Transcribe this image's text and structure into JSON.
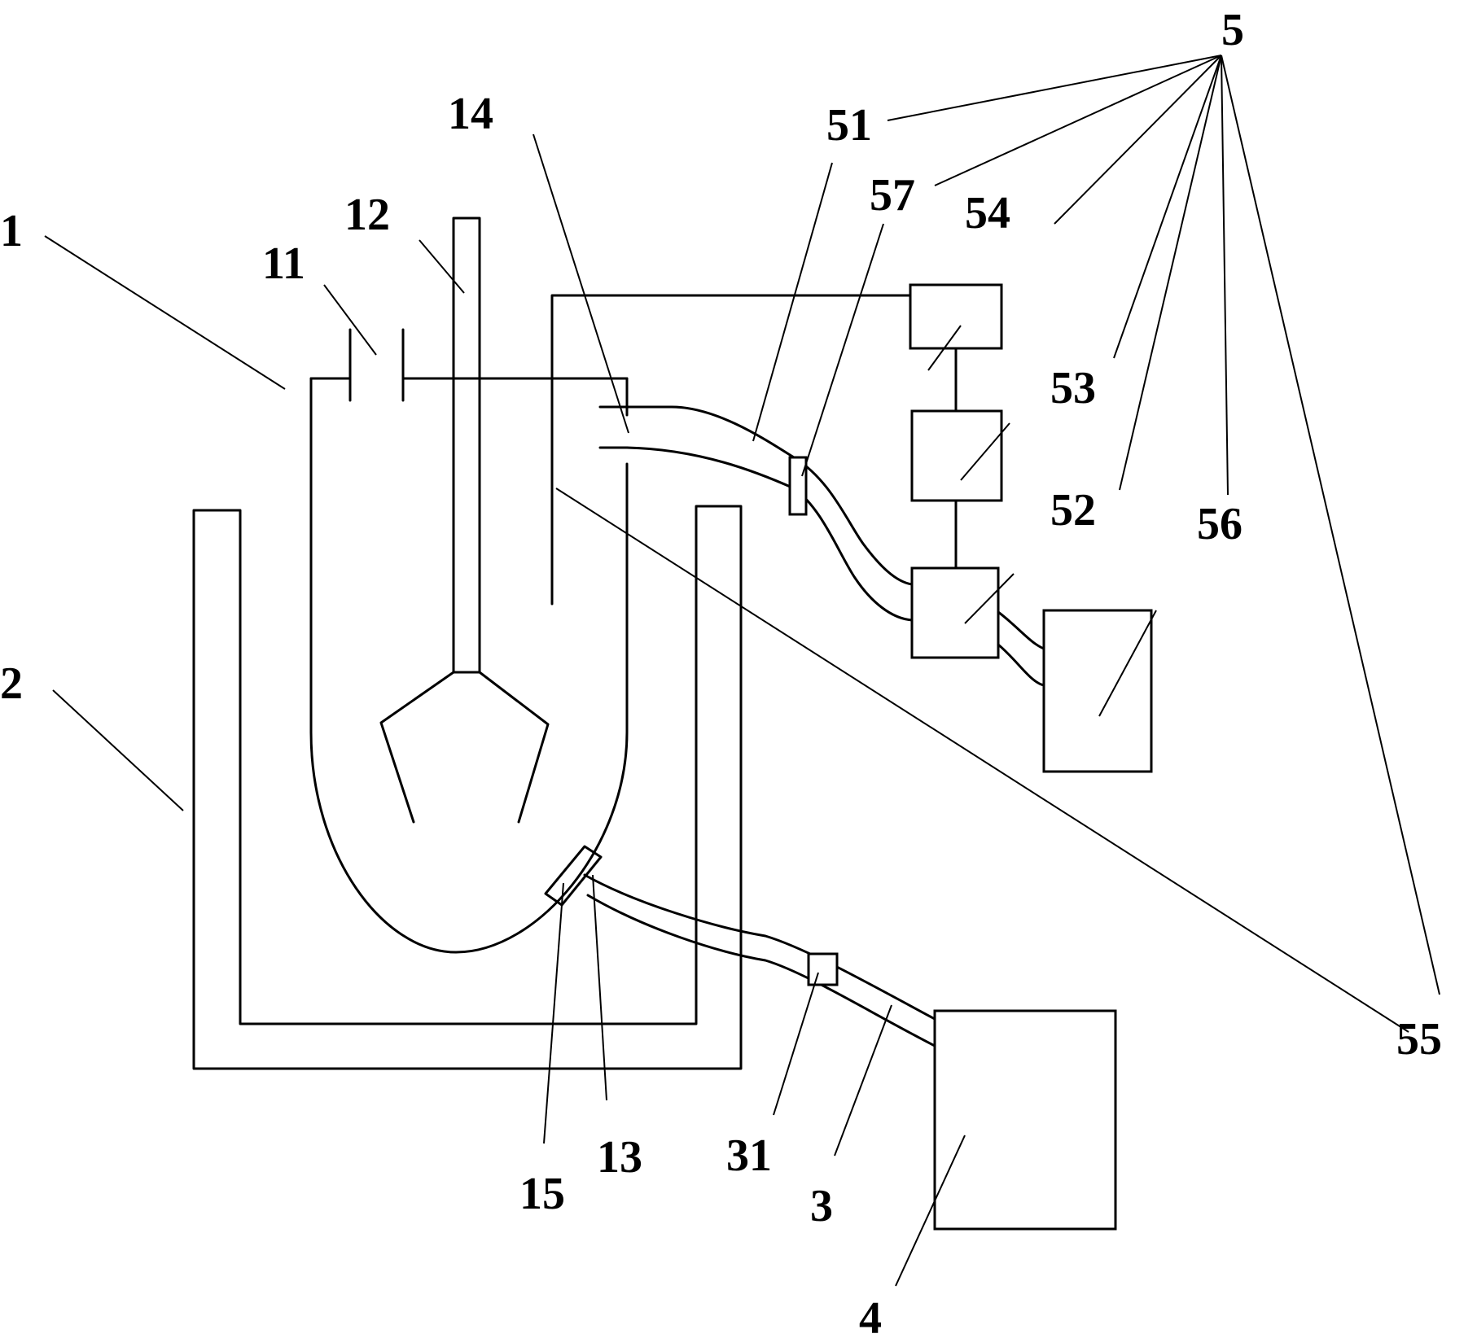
{
  "labels": {
    "l1": "1",
    "l2": "2",
    "l3": "3",
    "l4": "4",
    "l5": "5",
    "l11": "11",
    "l12": "12",
    "l13": "13",
    "l14": "14",
    "l15": "15",
    "l31": "31",
    "l51": "51",
    "l52": "52",
    "l53": "53",
    "l54": "54",
    "l55": "55",
    "l56": "56",
    "l57": "57"
  },
  "colors": {
    "stroke": "#000000",
    "background": "#ffffff"
  }
}
